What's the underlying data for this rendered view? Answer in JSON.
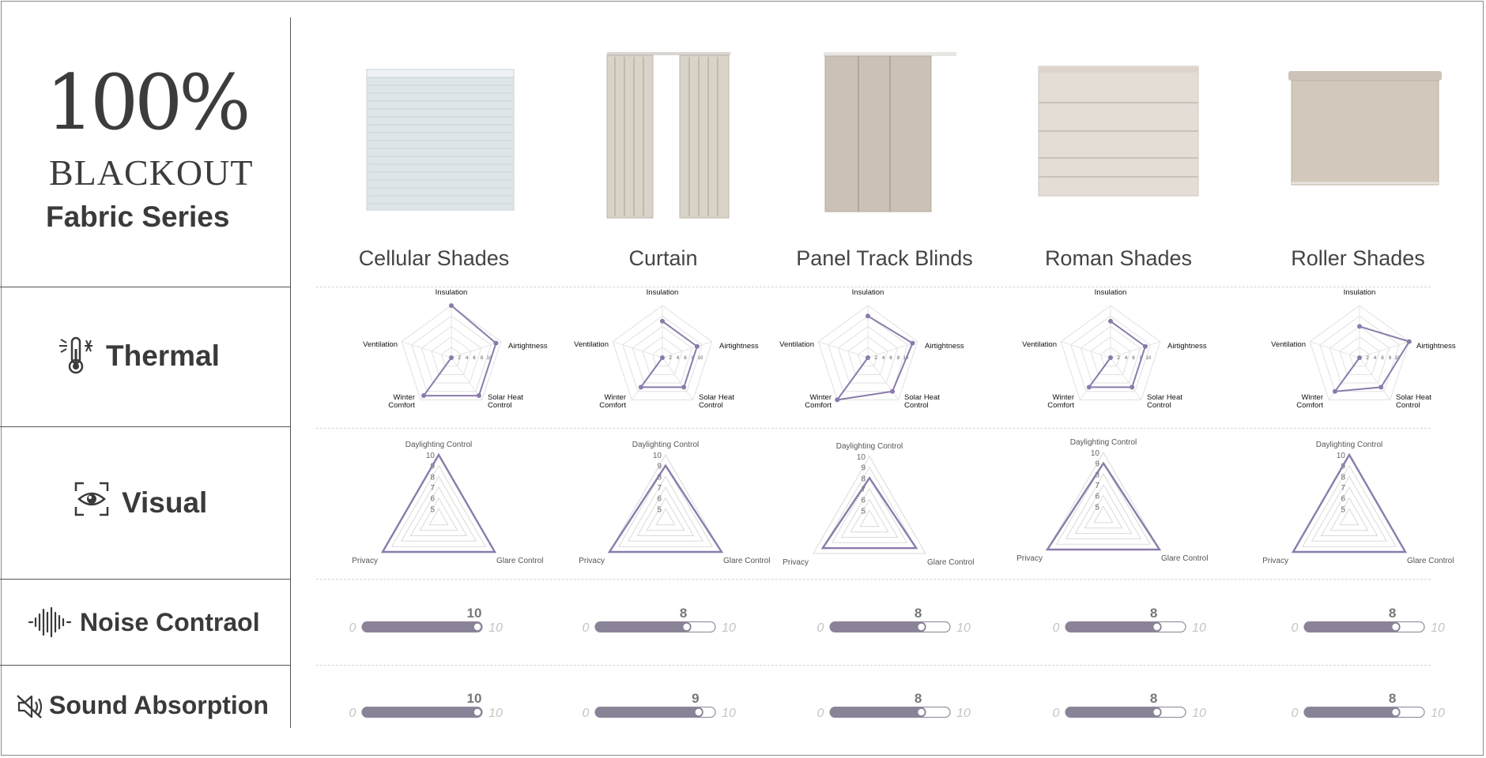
{
  "header": {
    "big": "100%",
    "sub": "BLACKOUT",
    "series": "Fabric Series"
  },
  "rows": {
    "thermal": "Thermal",
    "visual": "Visual",
    "noise": "Noise Contraol",
    "sound": "Sound Absorption"
  },
  "icons": {
    "thermal": "thermometer-snowflake-sun-icon",
    "visual": "eye-scan-icon",
    "noise": "sound-wave-icon",
    "sound": "speaker-muted-icon"
  },
  "colors": {
    "accent": "#8b7bab",
    "bar_fill": "#8a8296",
    "text": "#3a3a3a"
  },
  "products": [
    {
      "name": "Cellular Shades"
    },
    {
      "name": "Curtain"
    },
    {
      "name": "Panel Track Blinds"
    },
    {
      "name": "Roman Shades"
    },
    {
      "name": "Roller Shades"
    }
  ],
  "chart_data": [
    {
      "type": "radar",
      "title": "Thermal",
      "axes": [
        "Insulation",
        "Airtightness",
        "Solar Heat Control",
        "Winter Comfort",
        "Ventilation"
      ],
      "ticks": [
        2,
        4,
        6,
        8,
        10
      ],
      "range": [
        0,
        10
      ],
      "series": [
        {
          "name": "Cellular Shades",
          "values": [
            10,
            9,
            9,
            9,
            0
          ]
        },
        {
          "name": "Curtain",
          "values": [
            7,
            7,
            7,
            7,
            0
          ]
        },
        {
          "name": "Panel Track Blinds",
          "values": [
            8,
            9,
            8,
            10,
            0
          ]
        },
        {
          "name": "Roman Shades",
          "values": [
            7,
            7,
            7,
            7,
            0
          ]
        },
        {
          "name": "Roller Shades",
          "values": [
            6,
            10,
            7,
            8,
            0
          ]
        }
      ]
    },
    {
      "type": "radar",
      "title": "Visual",
      "axes": [
        "Daylighting Control",
        "Glare Control",
        "Privacy"
      ],
      "ticks": [
        5,
        6,
        7,
        8,
        9,
        10
      ],
      "range": [
        4,
        10
      ],
      "series": [
        {
          "name": "Cellular Shades",
          "values": [
            10,
            10,
            10
          ]
        },
        {
          "name": "Curtain",
          "values": [
            9,
            10,
            10
          ]
        },
        {
          "name": "Panel Track Blinds",
          "values": [
            8,
            9,
            9
          ]
        },
        {
          "name": "Roman Shades",
          "values": [
            9,
            10,
            10
          ]
        },
        {
          "name": "Roller Shades",
          "values": [
            10,
            10,
            10
          ]
        }
      ]
    },
    {
      "type": "bar",
      "title": "Noise Contraol",
      "categories": [
        "Cellular Shades",
        "Curtain",
        "Panel Track Blinds",
        "Roman Shades",
        "Roller Shades"
      ],
      "values": [
        10,
        8,
        8,
        8,
        8
      ],
      "min_label": "0",
      "max_label": "10",
      "ylim": [
        0,
        10
      ]
    },
    {
      "type": "bar",
      "title": "Sound Absorption",
      "categories": [
        "Cellular Shades",
        "Curtain",
        "Panel Track Blinds",
        "Roman Shades",
        "Roller Shades"
      ],
      "values": [
        10,
        9,
        8,
        8,
        8
      ],
      "min_label": "0",
      "max_label": "10",
      "ylim": [
        0,
        10
      ]
    }
  ]
}
